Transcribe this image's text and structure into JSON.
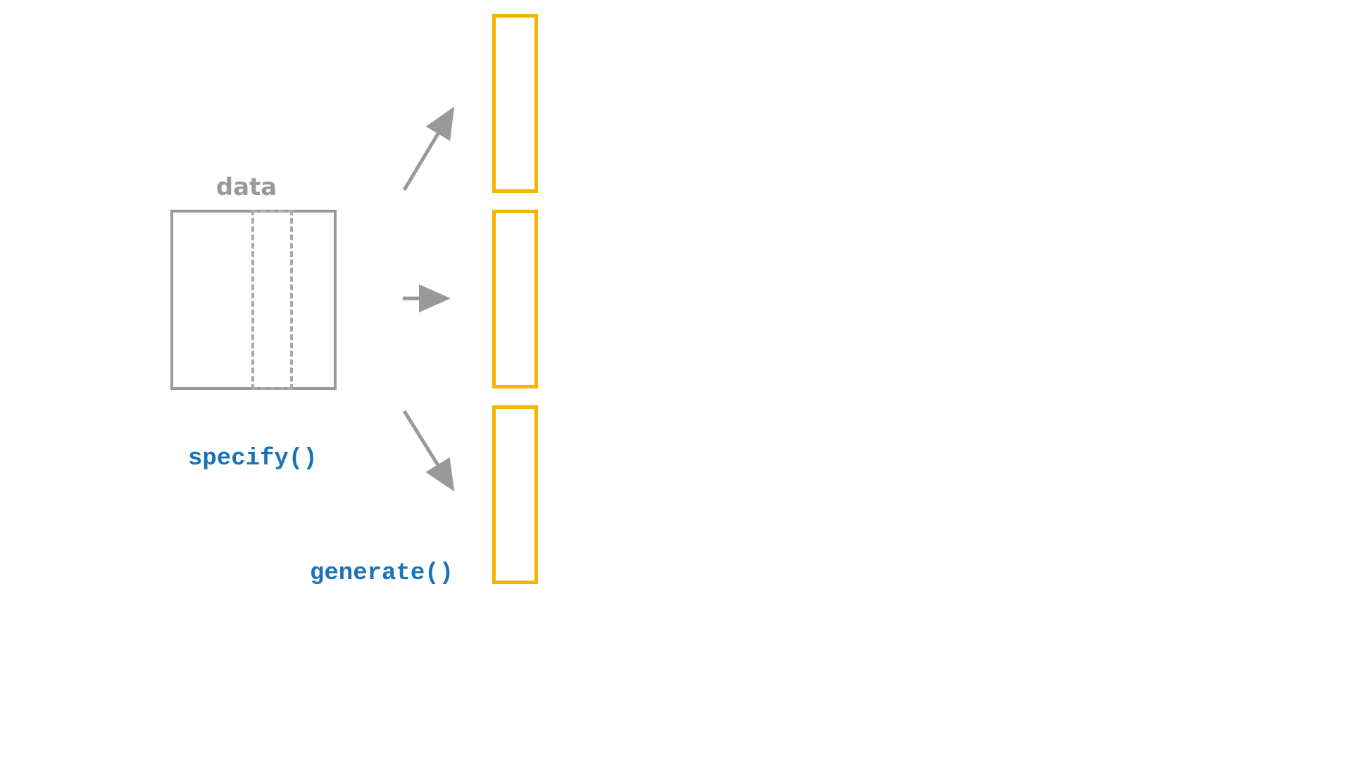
{
  "diagram": {
    "data_label": "data",
    "specify_label": "specify()",
    "generate_label": "generate()",
    "colors": {
      "gray": "#999999",
      "sample_outline": "#F4B400",
      "code_blue": "#1A73B8",
      "background": "#FFFFFF"
    },
    "samples_count": 3
  }
}
